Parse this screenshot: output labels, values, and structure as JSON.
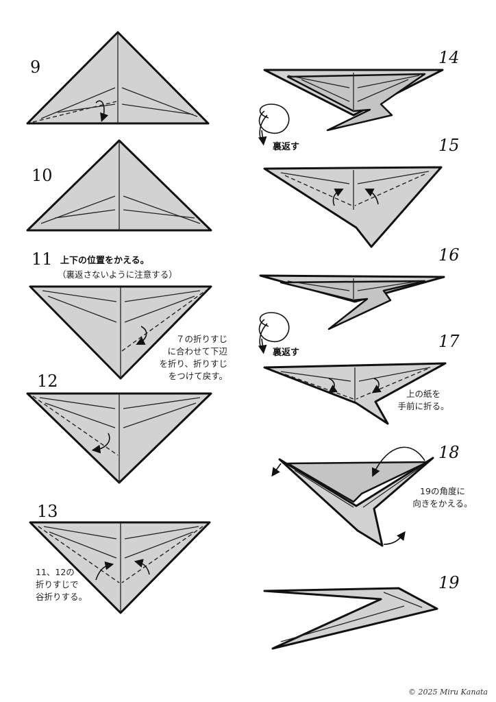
{
  "steps": {
    "s9": "9",
    "s10": "10",
    "s11": "11",
    "s12": "12",
    "s13": "13",
    "s14": "14",
    "s15": "15",
    "s16": "16",
    "s17": "17",
    "s18": "18",
    "s19": "19"
  },
  "instructions": {
    "s11_title": "上下の位置をかえる。",
    "s11_note": "（裏返さないように注意する）",
    "s11_fold": "７の折りすじ\nに合わせて下辺\nを折り、折りすじ\nをつけて戻す。",
    "s13_fold": "11、12の\n折りすじで\n谷折りする。",
    "flip_1": "裏返す",
    "flip_2": "裏返す",
    "s17_fold": "上の紙を\n手前に折る。",
    "s18_fold": "19の角度に\n向きをかえる。"
  },
  "copyright": "© 2025 Miru Kanata"
}
